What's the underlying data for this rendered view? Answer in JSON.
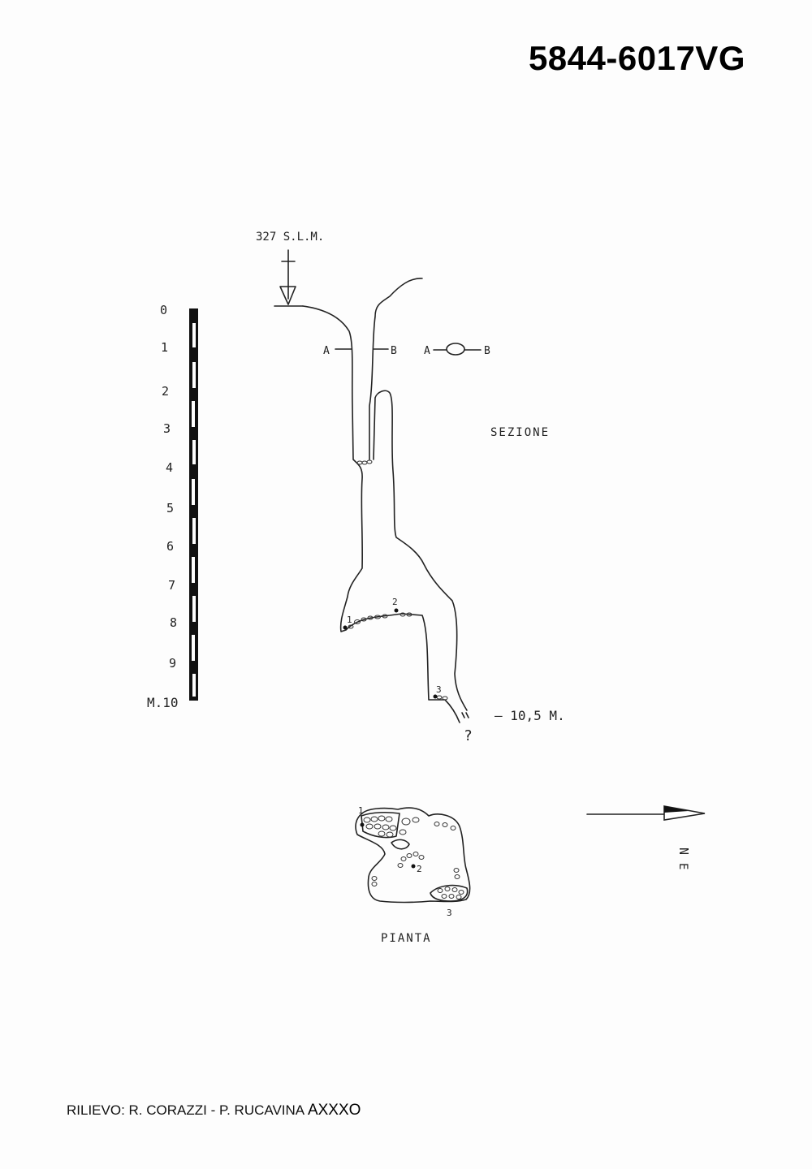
{
  "sheet": {
    "code": "5844-6017VG",
    "credits": {
      "text": "RILIEVO: R. CORAZZI - P. RUCAVINA",
      "mark": "AXXXO"
    }
  },
  "section": {
    "title": "SEZIONE",
    "elevation": "327 S.L.M.",
    "depth_label": "— 10,5 M.",
    "unknown_mark": "?",
    "cross_section": {
      "a": "A",
      "b": "B"
    },
    "points": [
      "1",
      "2",
      "3"
    ]
  },
  "scale": {
    "labels": [
      "0",
      "1",
      "2",
      "3",
      "4",
      "5",
      "6",
      "7",
      "8",
      "9",
      "M.10"
    ]
  },
  "plan": {
    "title": "PIANTA",
    "points": [
      "1",
      "2",
      "3"
    ],
    "north": "N",
    "east": "E"
  }
}
